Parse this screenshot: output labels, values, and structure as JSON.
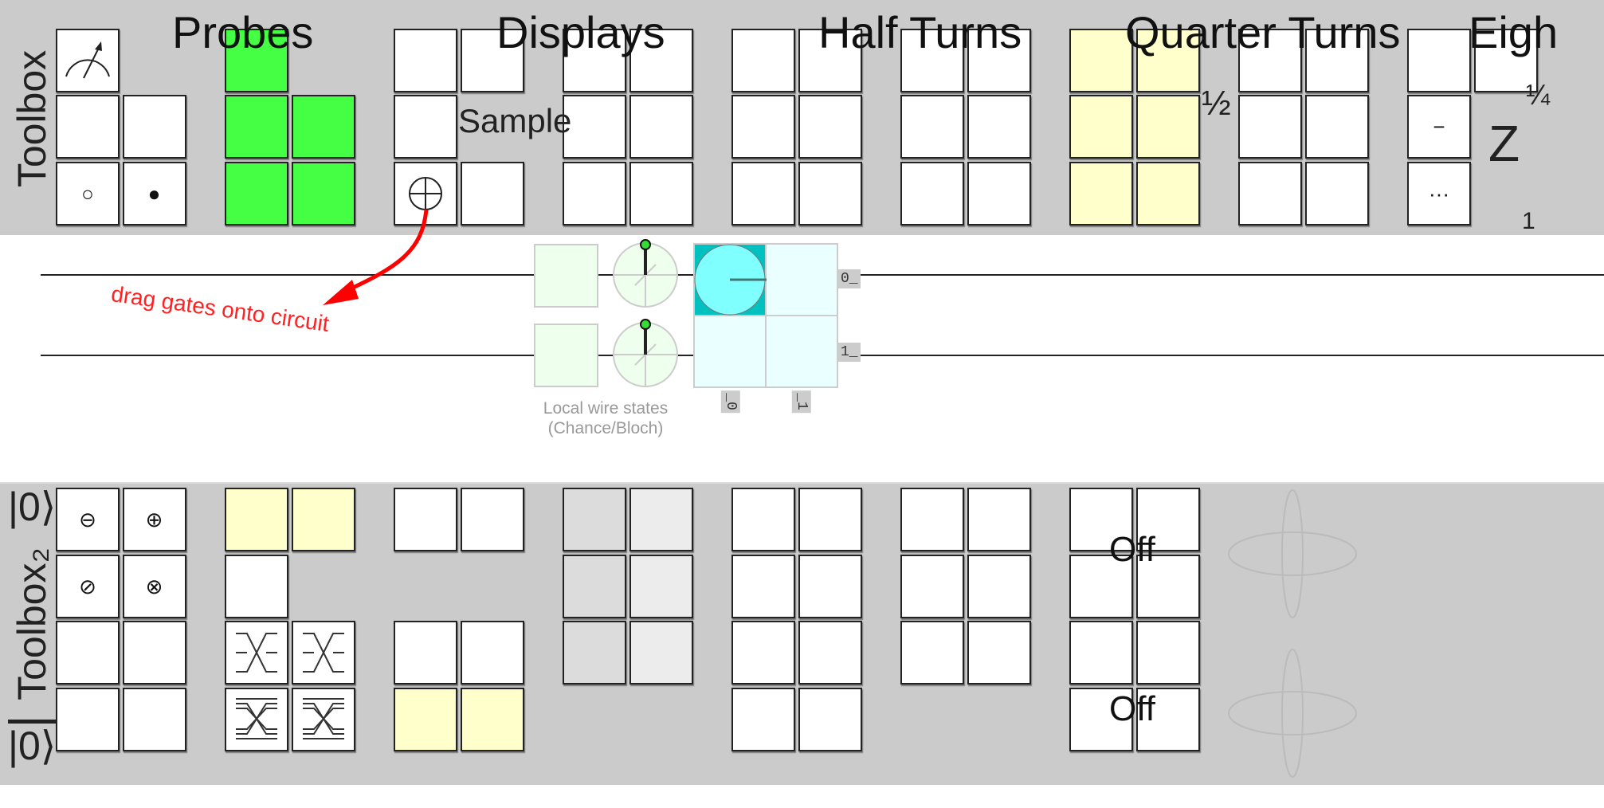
{
  "colors": {
    "toolbox_bg": "#cbcbcb",
    "green": "#44ff44",
    "yellow": "#ffffcc",
    "gray_dark": "#dcdcdc",
    "gray_light": "#ececec",
    "hint": "#ff2222",
    "amp_dark": "#00c0c0",
    "amp_light": "#80ffff"
  },
  "toolbox1": {
    "label": "Toolbox",
    "titles": [
      "Probes",
      "Displays",
      "Half Turns",
      "Quarter Turns",
      "Eigh"
    ],
    "fragments": {
      "sample": "Sample",
      "half": "½",
      "z": "Z",
      "quarter": "¼",
      "one": "1"
    },
    "groups": [
      [
        [
          {
            "f": "white",
            "g": "measure"
          },
          null
        ],
        [
          {
            "f": "white"
          },
          {
            "f": "white"
          }
        ],
        [
          {
            "f": "white",
            "g": "○"
          },
          {
            "f": "white",
            "g": "●"
          }
        ]
      ],
      [
        [
          {
            "f": "green"
          },
          null
        ],
        [
          {
            "f": "green"
          },
          {
            "f": "green"
          }
        ],
        [
          {
            "f": "green"
          },
          {
            "f": "green"
          }
        ]
      ],
      [
        [
          {
            "f": "white"
          },
          {
            "f": "white"
          }
        ],
        [
          {
            "f": "white"
          },
          null
        ],
        [
          {
            "f": "white",
            "g": "oplus"
          },
          {
            "f": "white"
          }
        ]
      ],
      [
        [
          {
            "f": "white"
          },
          {
            "f": "white"
          }
        ],
        [
          {
            "f": "white"
          },
          {
            "f": "white"
          }
        ],
        [
          {
            "f": "white"
          },
          {
            "f": "white"
          }
        ]
      ],
      [
        [
          {
            "f": "white"
          },
          {
            "f": "white"
          }
        ],
        [
          {
            "f": "white"
          },
          {
            "f": "white"
          }
        ],
        [
          {
            "f": "white"
          },
          {
            "f": "white"
          }
        ]
      ],
      [
        [
          {
            "f": "white"
          },
          {
            "f": "white"
          }
        ],
        [
          {
            "f": "white"
          },
          {
            "f": "white"
          }
        ],
        [
          {
            "f": "white"
          },
          {
            "f": "white"
          }
        ]
      ],
      [
        [
          {
            "f": "yellow"
          },
          {
            "f": "yellow"
          }
        ],
        [
          {
            "f": "yellow"
          },
          {
            "f": "yellow"
          }
        ],
        [
          {
            "f": "yellow"
          },
          {
            "f": "yellow"
          }
        ]
      ],
      [
        [
          {
            "f": "white"
          },
          {
            "f": "white"
          }
        ],
        [
          {
            "f": "white"
          },
          {
            "f": "white"
          }
        ],
        [
          {
            "f": "white"
          },
          {
            "f": "white"
          }
        ]
      ],
      [
        [
          {
            "f": "white"
          },
          {
            "f": "white"
          }
        ],
        [
          {
            "f": "white",
            "g": "−"
          },
          null
        ],
        [
          {
            "f": "white",
            "g": "···"
          },
          null
        ]
      ]
    ]
  },
  "circuit": {
    "hint": "drag gates onto circuit",
    "wire_labels": [
      "0_",
      "1_"
    ],
    "col_labels": [
      "_0",
      "_1"
    ],
    "note_line1": "Local wire states",
    "note_line2": "(Chance/Bloch)",
    "amplitude_probability": 1.0
  },
  "toolbox2": {
    "label": "Toolbox₂",
    "ket0": "|0⟩",
    "ket0bar": "|0⟩",
    "off_labels": [
      "Off",
      "Off"
    ],
    "groups": [
      [
        [
          {
            "f": "white",
            "g": "⊖"
          },
          {
            "f": "white",
            "g": "⊕"
          }
        ],
        [
          {
            "f": "white",
            "g": "⊘"
          },
          {
            "f": "white",
            "g": "⊗"
          }
        ],
        [
          {
            "f": "white"
          },
          {
            "f": "white"
          }
        ],
        [
          {
            "f": "white"
          },
          {
            "f": "white"
          }
        ]
      ],
      [
        [
          {
            "f": "yellow"
          },
          {
            "f": "yellow"
          }
        ],
        [
          {
            "f": "white"
          },
          null
        ],
        [
          {
            "f": "white",
            "g": "swap"
          },
          {
            "f": "white",
            "g": "swap"
          }
        ],
        [
          {
            "f": "white",
            "g": "mswap"
          },
          {
            "f": "white",
            "g": "mswap"
          }
        ]
      ],
      [
        [
          {
            "f": "white"
          },
          {
            "f": "white"
          }
        ],
        null,
        [
          {
            "f": "white"
          },
          {
            "f": "white"
          }
        ],
        [
          {
            "f": "yellow"
          },
          {
            "f": "yellow"
          }
        ]
      ],
      [
        [
          {
            "f": "gray_dark"
          },
          {
            "f": "gray_light"
          }
        ],
        [
          {
            "f": "gray_dark"
          },
          {
            "f": "gray_light"
          }
        ],
        [
          {
            "f": "gray_dark"
          },
          {
            "f": "gray_light"
          }
        ],
        null
      ],
      [
        [
          {
            "f": "white"
          },
          {
            "f": "white"
          }
        ],
        [
          {
            "f": "white"
          },
          {
            "f": "white"
          }
        ],
        [
          {
            "f": "white"
          },
          {
            "f": "white"
          }
        ],
        [
          {
            "f": "white"
          },
          {
            "f": "white"
          }
        ]
      ],
      [
        [
          {
            "f": "white"
          },
          {
            "f": "white"
          }
        ],
        [
          {
            "f": "white"
          },
          {
            "f": "white"
          }
        ],
        [
          {
            "f": "white"
          },
          {
            "f": "white"
          }
        ],
        null
      ],
      [
        [
          {
            "f": "white"
          },
          {
            "f": "white"
          }
        ],
        [
          {
            "f": "white"
          },
          {
            "f": "white"
          }
        ],
        [
          {
            "f": "white"
          },
          {
            "f": "white"
          }
        ],
        [
          {
            "f": "white"
          },
          {
            "f": "white"
          }
        ]
      ]
    ]
  }
}
